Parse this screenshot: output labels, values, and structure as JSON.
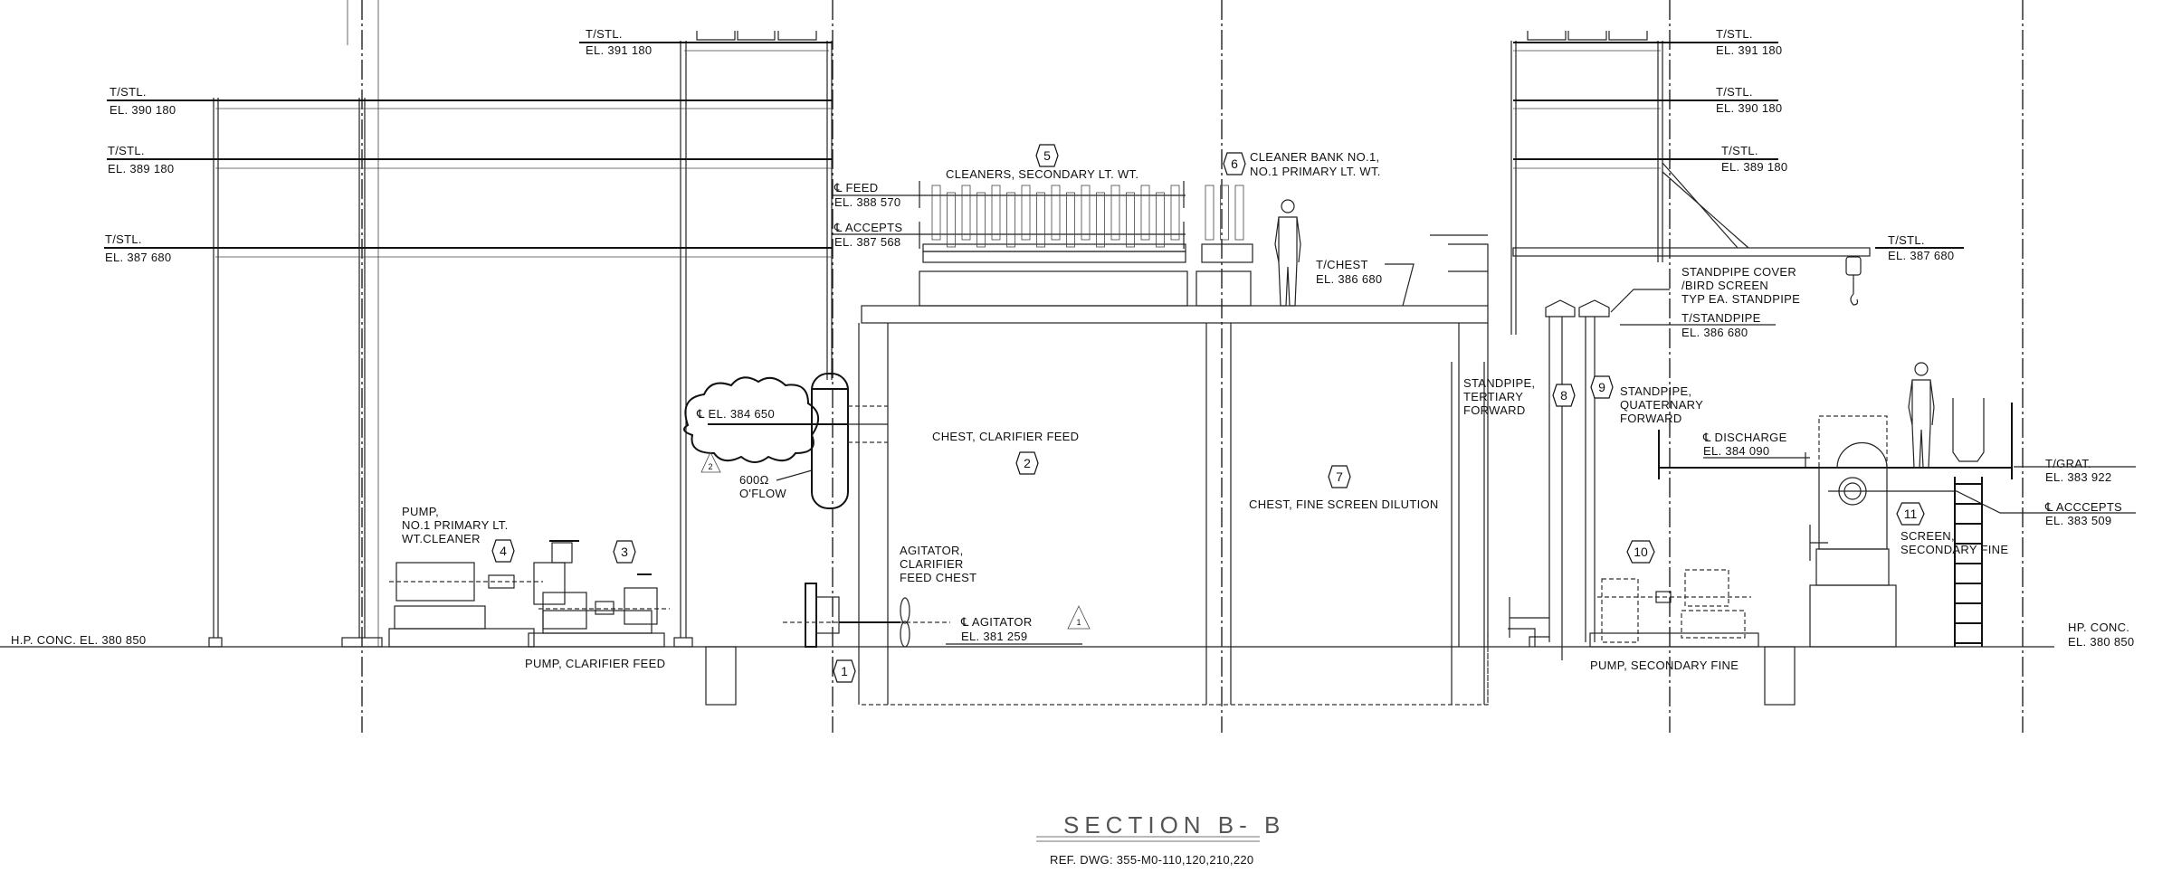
{
  "drawing": {
    "title": "SECTION   B- B",
    "reference": "REF. DWG: 355-M0-110,120,210,220"
  },
  "elevations": {
    "tstl": "T/STL.",
    "el_391180": "EL. 391 180",
    "el_390180": "EL. 390 180",
    "el_389180": "EL. 389 180",
    "el_387680": "EL. 387 680",
    "feed": "℄ FEED",
    "el_388570": "EL. 388 570",
    "accepts": "℄ ACCEPTS",
    "el_387568": "EL. 387 568",
    "tchest": "T/CHEST",
    "el_386680": "EL. 386 680",
    "tstandpipe": "T/STANDPIPE",
    "overflow_el": "℄ EL. 384 650",
    "overflow_size": "600Ω",
    "overflow_label": "O'FLOW",
    "agitator_cl": "℄ AGITATOR",
    "el_381259": "EL. 381 259",
    "discharge": "℄ DISCHARGE",
    "el_384090": "EL. 384 090",
    "tgrat": "T/GRAT.",
    "el_383922": "EL. 383 922",
    "acccepts": "℄ ACCCEPTS",
    "el_383509": "EL. 383 509",
    "hp_conc_left": "H.P. CONC. EL. 380 850",
    "hp_conc_right": "HP. CONC.",
    "el_380850": "EL. 380 850"
  },
  "equipment": [
    {
      "tag": "1"
    },
    {
      "tag": "2",
      "name": "CHEST, CLARIFIER FEED"
    },
    {
      "tag": "3",
      "name": "PUMP, CLARIFIER FEED"
    },
    {
      "tag": "4",
      "lines": [
        "PUMP,",
        "NO.1 PRIMARY LT.",
        "WT.CLEANER"
      ]
    },
    {
      "tag": "5",
      "name": "CLEANERS, SECONDARY LT. WT."
    },
    {
      "tag": "6",
      "lines": [
        "CLEANER BANK NO.1,",
        "NO.1 PRIMARY LT. WT."
      ]
    },
    {
      "tag": "7",
      "name": "CHEST, FINE SCREEN DILUTION"
    },
    {
      "tag": "8",
      "lines": [
        "STANDPIPE,",
        "TERTIARY",
        "FORWARD"
      ]
    },
    {
      "tag": "9",
      "lines": [
        "STANDPIPE,",
        "QUATERNARY",
        "FORWARD"
      ]
    },
    {
      "tag": "10",
      "name": "PUMP, SECONDARY FINE"
    },
    {
      "tag": "11",
      "lines": [
        "SCREEN,",
        "SECONDARY FINE"
      ]
    }
  ],
  "notes": {
    "agitator": [
      "AGITATOR,",
      "CLARIFIER",
      "FEED CHEST"
    ],
    "standpipe_cover": [
      "STANDPIPE COVER",
      "/BIRD SCREEN",
      "TYP EA. STANDPIPE"
    ]
  },
  "revisions": [
    "1",
    "2"
  ]
}
